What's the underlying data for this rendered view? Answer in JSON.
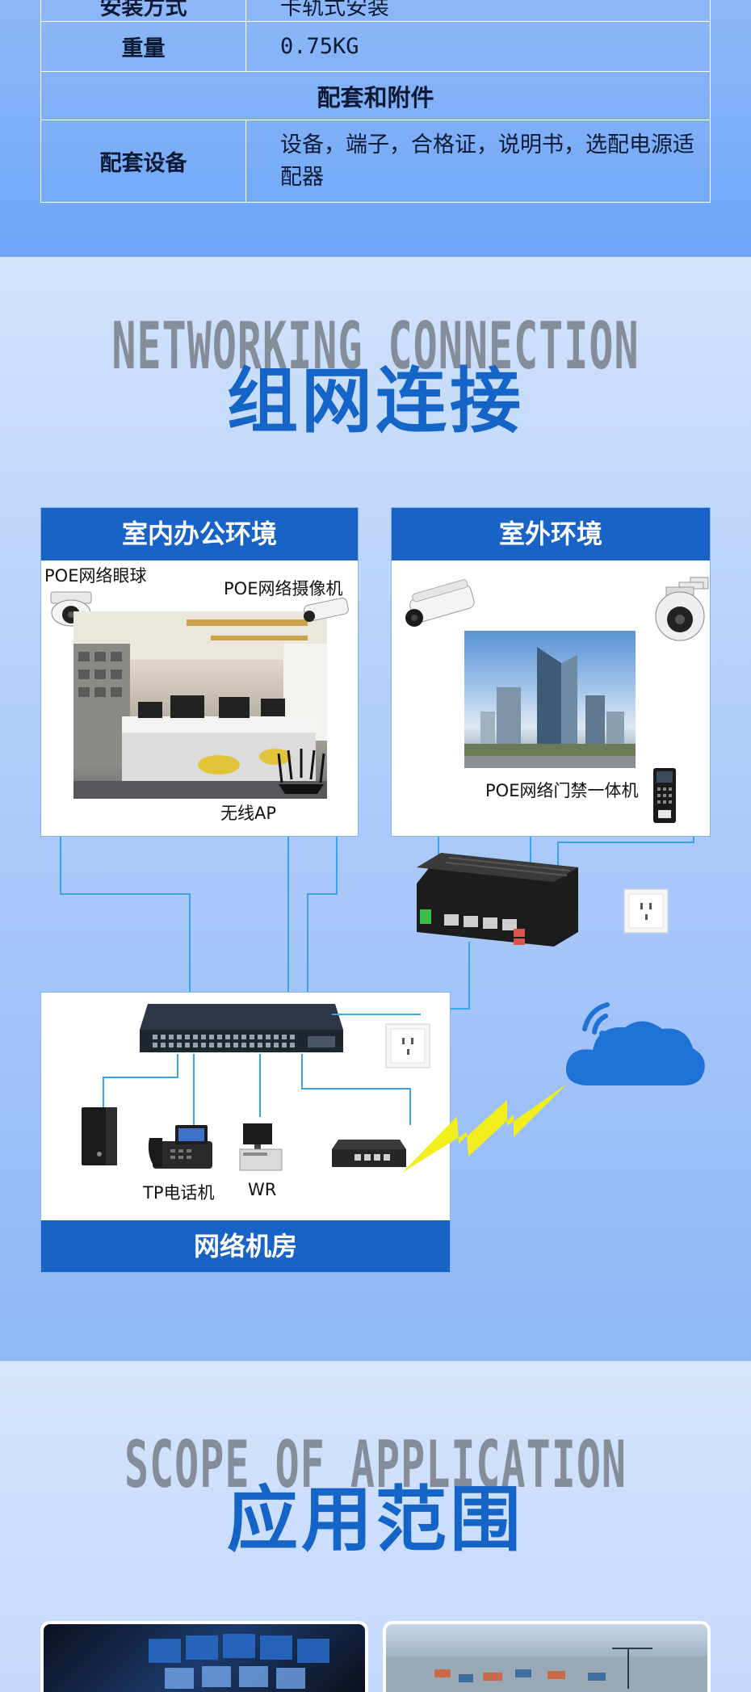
{
  "spec_table": {
    "rows": [
      {
        "key": "安装方式",
        "value": "卡轨式安装"
      },
      {
        "key": "重量",
        "value": "0.75KG"
      }
    ],
    "accessory_header": "配套和附件",
    "accessory_row": {
      "key": "配套设备",
      "value": "设备，端子，合格证，说明书，选配电源适配器"
    }
  },
  "networking": {
    "title_en": "NETWORKING CONNECTION",
    "title_cn": "组网连接",
    "indoor": {
      "title": "室内办公环境",
      "dome_camera_label": "POE网络眼球",
      "bullet_camera_label": "POE网络摄像机",
      "ap_label": "无线AP"
    },
    "outdoor": {
      "title": "室外环境",
      "access_label": "POE网络门禁一体机"
    },
    "server_room": {
      "title": "网络机房",
      "phone_label": "TP电话机",
      "wr_label": "WR"
    }
  },
  "application": {
    "title_en": "SCOPE OF APPLICATION",
    "title_cn": "应用范围"
  },
  "colors": {
    "brand_blue": "#1a63c6",
    "title_blue": "#1565c8",
    "wire_blue": "#3aa3ec",
    "cloud_blue": "#1e72d6",
    "lightning_yellow": "#f2ee1e"
  }
}
